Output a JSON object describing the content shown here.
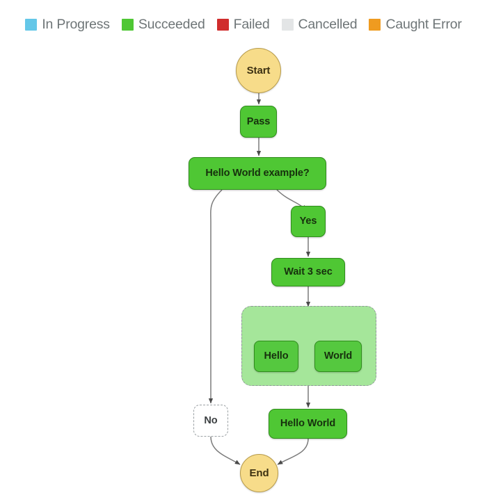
{
  "legend": {
    "items": [
      {
        "label": "In Progress",
        "color": "#64c7e8",
        "swatch_name": "legend-swatch-in-progress"
      },
      {
        "label": "Succeeded",
        "color": "#4fc734",
        "swatch_name": "legend-swatch-succeeded"
      },
      {
        "label": "Failed",
        "color": "#d02d2d",
        "swatch_name": "legend-swatch-failed"
      },
      {
        "label": "Cancelled",
        "color": "#e3e5e6",
        "swatch_name": "legend-swatch-cancelled"
      },
      {
        "label": "Caught Error",
        "color": "#ef9b20",
        "swatch_name": "legend-swatch-caught-error"
      }
    ]
  },
  "graph": {
    "nodes": [
      {
        "id": "start",
        "label": "Start",
        "status": "Caught Error",
        "shape": "circle"
      },
      {
        "id": "pass",
        "label": "Pass",
        "status": "Succeeded",
        "shape": "box"
      },
      {
        "id": "choice",
        "label": "Hello World example?",
        "status": "Succeeded",
        "shape": "box"
      },
      {
        "id": "yes",
        "label": "Yes",
        "status": "Succeeded",
        "shape": "box"
      },
      {
        "id": "wait",
        "label": "Wait 3 sec",
        "status": "Succeeded",
        "shape": "box"
      },
      {
        "id": "parallel",
        "label": "",
        "status": "Succeeded",
        "shape": "group"
      },
      {
        "id": "hello",
        "label": "Hello",
        "status": "Succeeded",
        "shape": "box"
      },
      {
        "id": "world",
        "label": "World",
        "status": "Succeeded",
        "shape": "box"
      },
      {
        "id": "no",
        "label": "No",
        "status": "Cancelled",
        "shape": "box"
      },
      {
        "id": "hello_world",
        "label": "Hello World",
        "status": "Succeeded",
        "shape": "box"
      },
      {
        "id": "end",
        "label": "End",
        "status": "Caught Error",
        "shape": "circle"
      }
    ],
    "edges": [
      {
        "from": "start",
        "to": "pass"
      },
      {
        "from": "pass",
        "to": "choice"
      },
      {
        "from": "choice",
        "to": "yes"
      },
      {
        "from": "choice",
        "to": "no"
      },
      {
        "from": "yes",
        "to": "wait"
      },
      {
        "from": "wait",
        "to": "parallel"
      },
      {
        "from": "parallel",
        "to": "hello"
      },
      {
        "from": "parallel",
        "to": "world"
      },
      {
        "from": "parallel",
        "to": "hello_world"
      },
      {
        "from": "hello_world",
        "to": "end"
      },
      {
        "from": "no",
        "to": "end"
      }
    ]
  }
}
